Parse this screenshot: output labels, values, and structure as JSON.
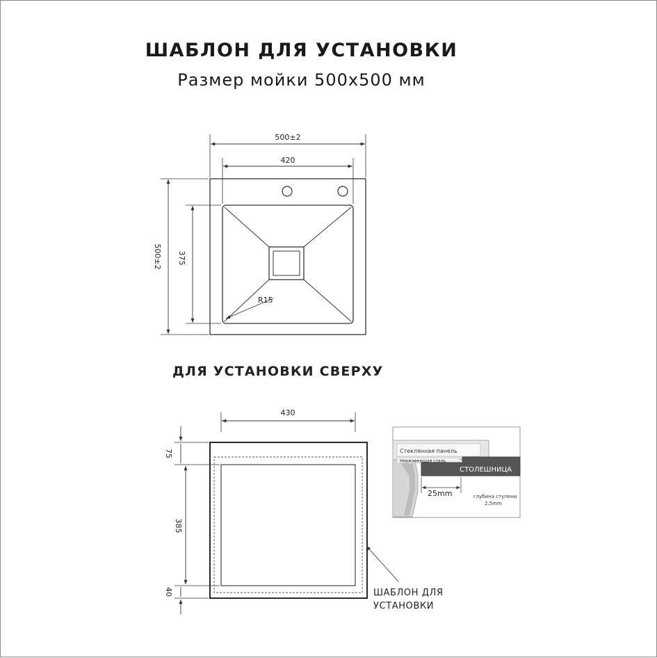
{
  "header": {
    "title": "ШАБЛОН ДЛЯ УСТАНОВКИ",
    "subtitle": "Размер мойки 500x500 мм"
  },
  "sink_drawing": {
    "outer_width": "500±2",
    "inner_width": "420",
    "outer_height": "500±2",
    "inner_height": "375",
    "radius": "R15"
  },
  "install_section": {
    "title": "ДЛЯ УСТАНОВКИ СВЕРХУ",
    "width": "430",
    "top_offset": "75",
    "height": "385",
    "bottom_offset": "40",
    "template_label_line1": "ШАБЛОН ДЛЯ",
    "template_label_line2": "УСТАНОВКИ"
  },
  "cross_section": {
    "glass_panel": "Стеклянная панель",
    "stainless_steel": "Нержавеющая сталь",
    "countertop": "СТОЛЕШНИЦА",
    "offset": "25mm",
    "step_depth_line1": "глубина ступени",
    "step_depth_line2": "2.5mm"
  },
  "colors": {
    "line": "#333333",
    "countertop_fill": "#555555",
    "panel_fill": "#e6e6e6",
    "frame_border": "#8a8a8a"
  }
}
